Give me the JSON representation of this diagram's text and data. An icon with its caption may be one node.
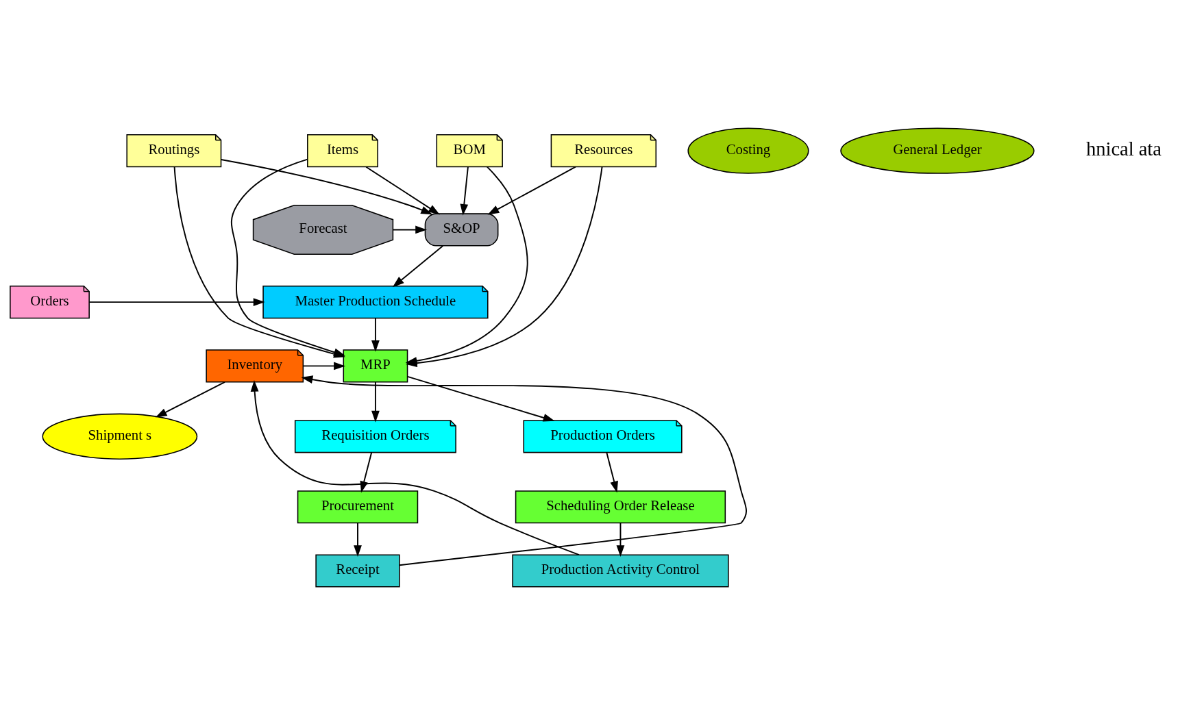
{
  "diagram": {
    "nodes": [
      {
        "text": [
          "Items"
        ]
      },
      {
        "text": [
          "BOM"
        ]
      },
      {
        "text": [
          "Resources"
        ]
      },
      {
        "text": [
          "Routings"
        ]
      },
      {
        "text": [
          "S&OP"
        ]
      },
      {
        "text": [
          "Forecast"
        ]
      },
      {
        "text": [
          "Master Production Schedule"
        ]
      },
      {
        "text": [
          "Orders"
        ]
      },
      {
        "text": [
          "MRP"
        ]
      },
      {
        "text": [
          "Inventory"
        ]
      },
      {
        "text": [
          "Production Orders"
        ]
      },
      {
        "text": [
          "Requisition Orders"
        ]
      },
      {
        "text": [
          "Shipment s"
        ]
      },
      {
        "text": [
          "Scheduling Order Release"
        ]
      },
      {
        "text": [
          "Procurement"
        ]
      },
      {
        "text": [
          "Production Activity Control"
        ]
      },
      {
        "text": [
          "Receipt"
        ]
      },
      {
        "text": [
          "Costing"
        ]
      },
      {
        "text": [
          "General Ledger"
        ]
      }
    ],
    "edges": [
      {
        "from": 0,
        "to": 4,
        "arrow": "to"
      },
      {
        "from": 1,
        "to": 4,
        "arrow": "to"
      },
      {
        "from": 2,
        "to": 4,
        "arrow": "to"
      },
      {
        "from": 3,
        "to": 4,
        "arrow": "to"
      },
      {
        "from": 0,
        "to": 8,
        "arrow": "to"
      },
      {
        "from": 1,
        "to": 8,
        "arrow": "to"
      },
      {
        "from": 2,
        "to": 8,
        "arrow": "to"
      },
      {
        "from": 3,
        "to": 8,
        "arrow": "to"
      },
      {
        "from": 5,
        "to": 4,
        "arrow": "to"
      },
      {
        "from": 4,
        "to": 6,
        "arrow": "to"
      },
      {
        "from": 7,
        "to": 6,
        "arrow": "to"
      },
      {
        "from": 6,
        "to": 8,
        "arrow": "to"
      },
      {
        "from": 9,
        "to": 8,
        "arrow": "to"
      },
      {
        "from": 8,
        "to": 10,
        "arrow": "to"
      },
      {
        "from": 8,
        "to": 11,
        "arrow": "to"
      },
      {
        "from": 9,
        "to": 12,
        "arrow": "to"
      },
      {
        "from": 10,
        "to": 13,
        "arrow": "to"
      },
      {
        "from": 11,
        "to": 14,
        "arrow": "to"
      },
      {
        "from": 13,
        "to": 15,
        "arrow": "to"
      },
      {
        "from": 14,
        "to": 16,
        "arrow": "to"
      },
      {
        "from": 15,
        "to": 9,
        "arrow": "to"
      },
      {
        "from": 16,
        "to": 9,
        "arrow": "to"
      }
    ],
    "labels": [
      "hnical ata"
    ]
  }
}
